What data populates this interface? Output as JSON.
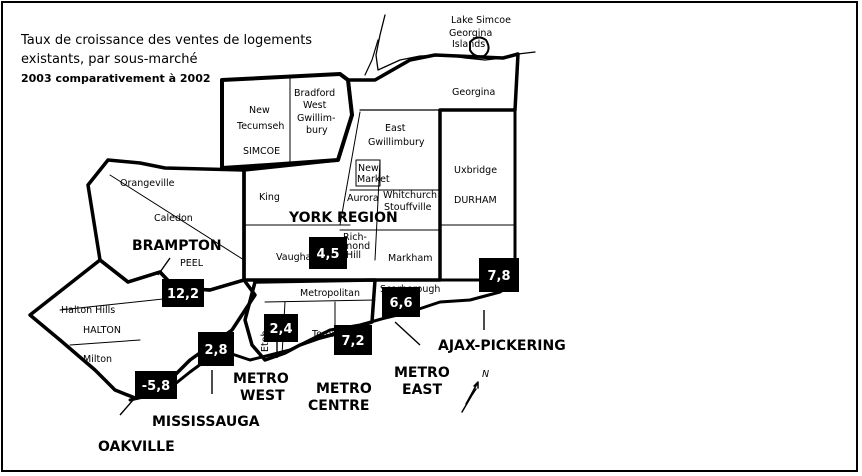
{
  "title": {
    "line1": "Taux de croissance des ventes de logements",
    "line2": "existants, par sous-marché",
    "line3": "2003 comparativement à 2002"
  },
  "places": {
    "lake_simcoe": "Lake Simcoe",
    "georgina_islands_1": "Georgina",
    "georgina_islands_2": "Islands",
    "georgina": "Georgina",
    "new_tecumseh_1": "New",
    "new_tecumseh_2": "Tecumseh",
    "simcoe": "SIMCOE",
    "bradford_1": "Bradford",
    "bradford_2": "West",
    "bradford_3": "Gwillim-",
    "bradford_4": "bury",
    "east_gwillimbury_1": "East",
    "east_gwillimbury_2": "Gwillimbury",
    "newmarket_1": "New",
    "newmarket_2": "Market",
    "aurora": "Aurora",
    "whitchurch_1": "Whitchurch",
    "whitchurch_2": "Stouffville",
    "uxbridge": "Uxbridge",
    "durham": "DURHAM",
    "orangeville": "Orangeville",
    "caledon": "Caledon",
    "king": "King",
    "york_region": "YORK REGION",
    "richmond_hill_1": "Rich-",
    "richmond_hill_2": "mond",
    "richmond_hill_3": "Hill",
    "vaughan": "Vaughan",
    "markham": "Markham",
    "peel": "PEEL",
    "metropolitan": "Metropolitan",
    "scarborough": "Scarborough",
    "halton_hills": "Halton Hills",
    "halton": "HALTON",
    "milton": "Milton",
    "etobicoke": "Etob.",
    "toronto": "Toronto"
  },
  "markets": {
    "brampton": "BRAMPTON",
    "metro_west_1": "METRO",
    "metro_west_2": "WEST",
    "metro_centre_1": "METRO",
    "metro_centre_2": "CENTRE",
    "metro_east_1": "METRO",
    "metro_east_2": "EAST",
    "ajax_pickering": "AJAX-PICKERING",
    "mississauga": "MISSISSAUGA",
    "oakville": "OAKVILLE"
  },
  "values": {
    "brampton": "12,2",
    "york_region": "4,5",
    "metro_east": "6,6",
    "ajax_pickering": "7,8",
    "metro_west": "2,4",
    "metro_centre": "7,2",
    "mississauga": "2,8",
    "oakville": "-5,8"
  },
  "compass": "N",
  "colors": {
    "ink": "#000000",
    "paper": "#ffffff",
    "badge": "#000000"
  }
}
